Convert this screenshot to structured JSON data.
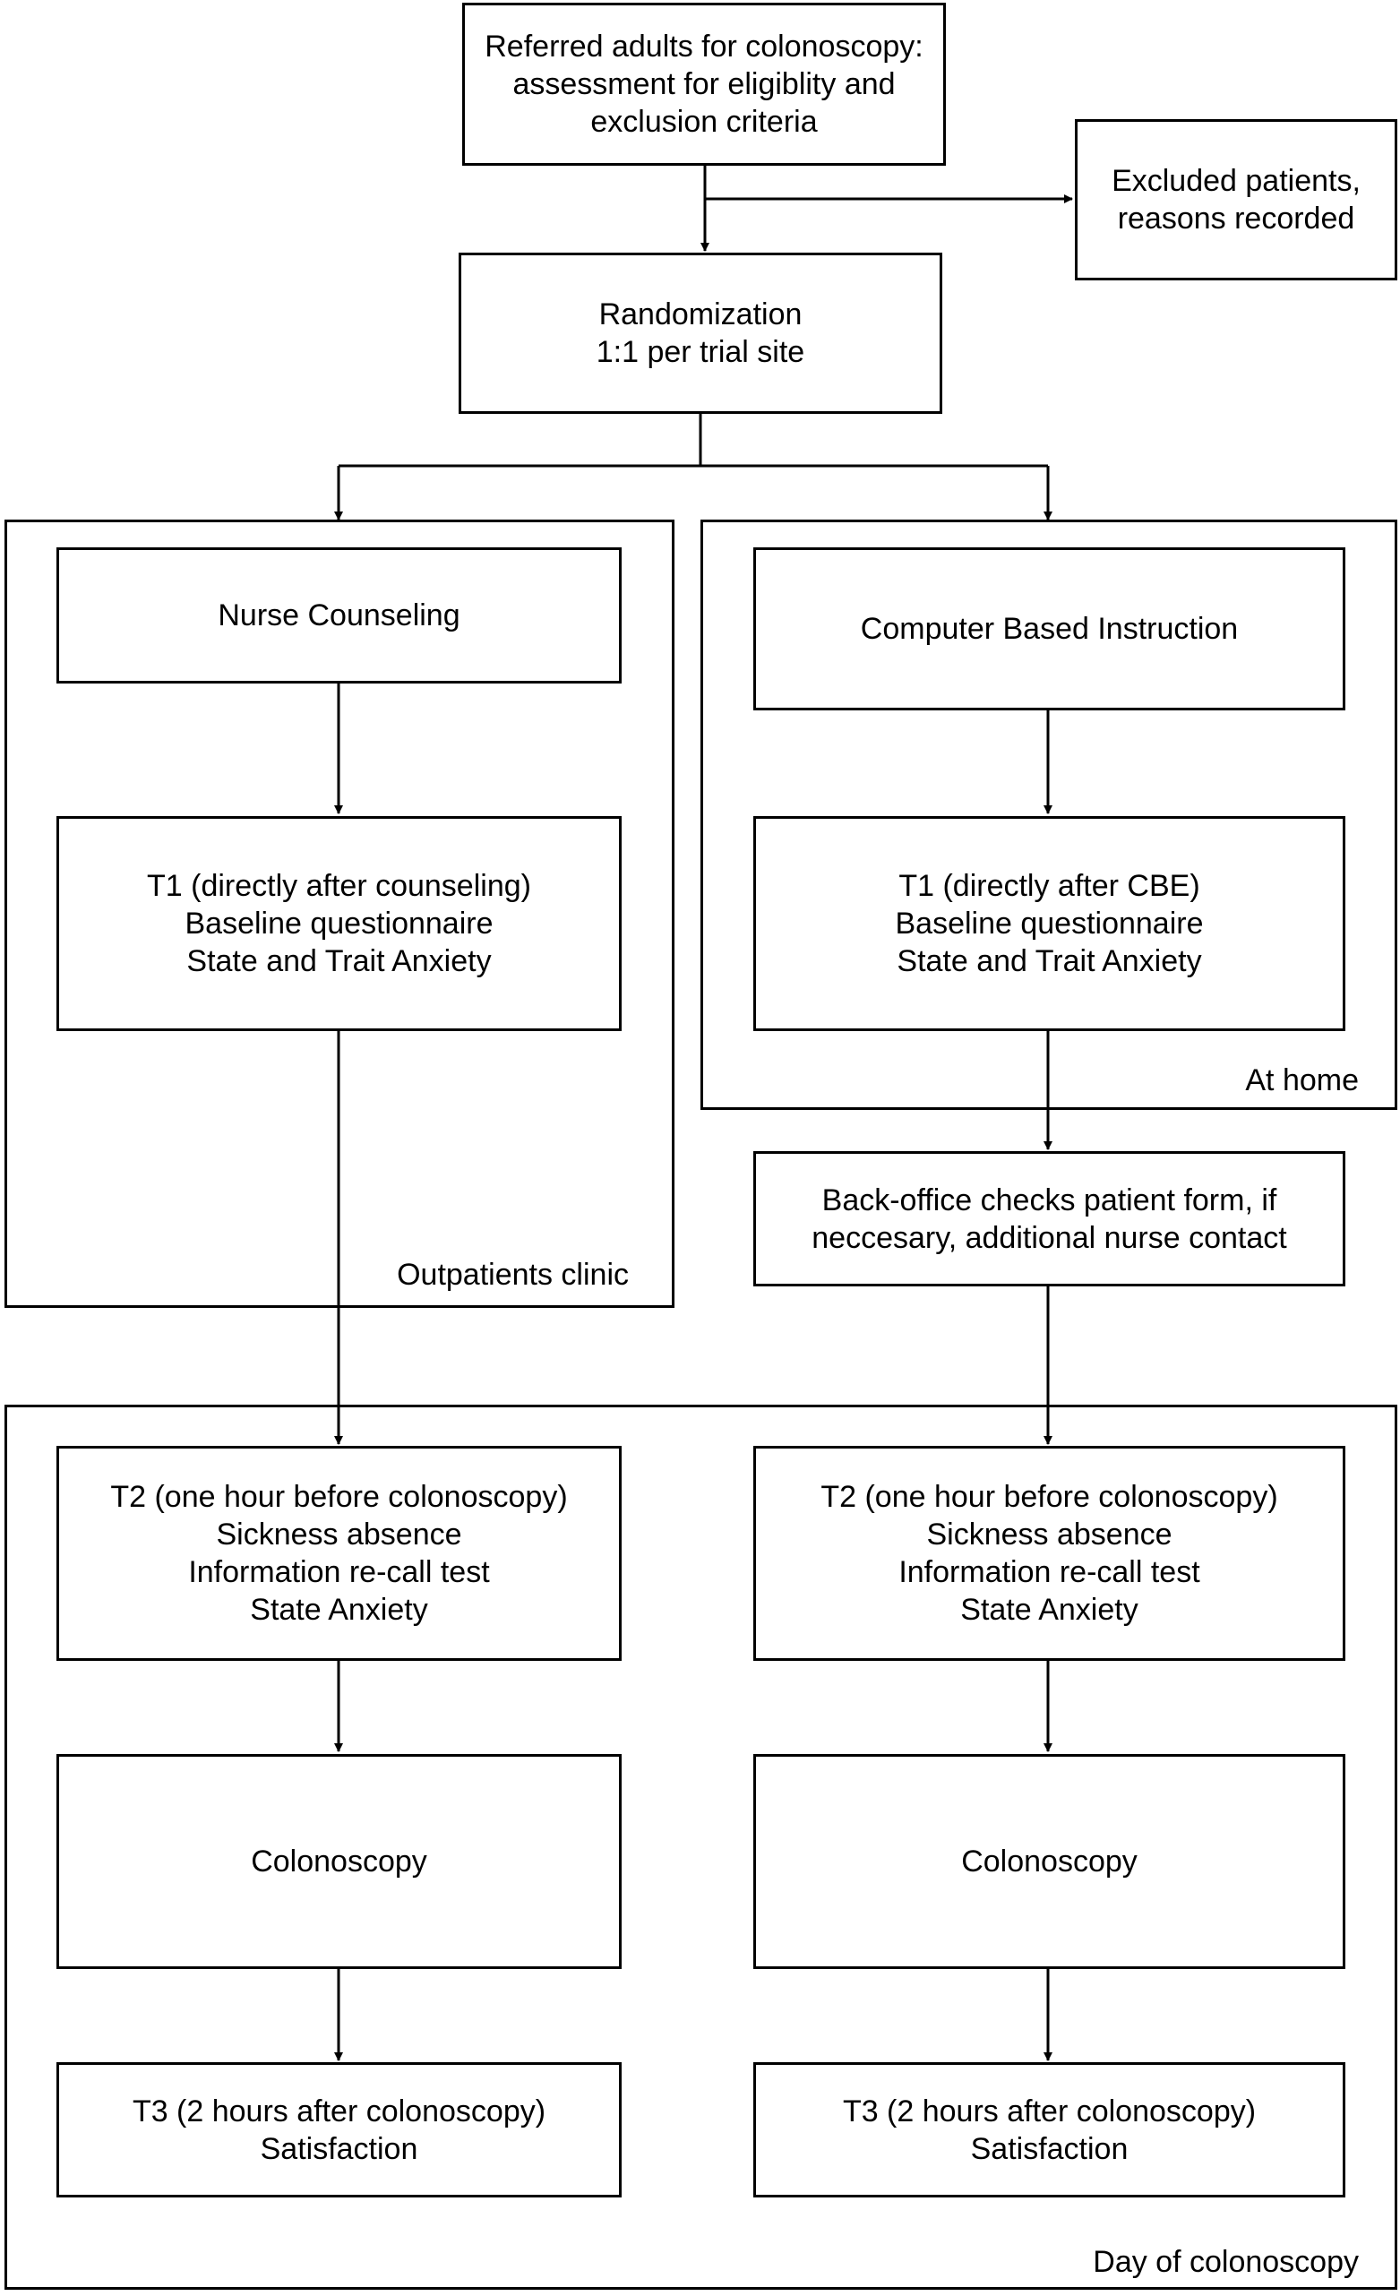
{
  "nodes": {
    "referral": [
      "Referred adults for colonoscopy:",
      "assessment for eligiblity and",
      "exclusion criteria"
    ],
    "excluded": [
      "Excluded patients,",
      "reasons recorded"
    ],
    "randomization": [
      "Randomization",
      "1:1 per trial site"
    ],
    "nurse_counseling": [
      "Nurse Counseling"
    ],
    "cbi": [
      "Computer Based Instruction"
    ],
    "t1_left": [
      "T1 (directly after counseling)",
      "Baseline questionnaire",
      "State and Trait Anxiety"
    ],
    "t1_right": [
      "T1 (directly after CBE)",
      "Baseline questionnaire",
      "State and Trait Anxiety"
    ],
    "backoffice": [
      "Back-office checks patient form, if",
      "neccesary, additional nurse contact"
    ],
    "t2_left": [
      "T2 (one hour before colonoscopy)",
      "Sickness absence",
      "Information re-call test",
      "State Anxiety"
    ],
    "t2_right": [
      "T2 (one hour before colonoscopy)",
      "Sickness absence",
      "Information re-call test",
      "State Anxiety"
    ],
    "colonoscopy_left": [
      "Colonoscopy"
    ],
    "colonoscopy_right": [
      "Colonoscopy"
    ],
    "t3_left": [
      "T3 (2 hours after colonoscopy)",
      "Satisfaction"
    ],
    "t3_right": [
      "T3 (2 hours after colonoscopy)",
      "Satisfaction"
    ]
  },
  "regions": {
    "outpatients": "Outpatients clinic",
    "home": "At home",
    "day_of": "Day of colonoscopy"
  },
  "edges": [
    [
      "referral",
      "randomization"
    ],
    [
      "referral",
      "excluded"
    ],
    [
      "randomization",
      "nurse_counseling"
    ],
    [
      "randomization",
      "cbi"
    ],
    [
      "nurse_counseling",
      "t1_left"
    ],
    [
      "cbi",
      "t1_right"
    ],
    [
      "t1_right",
      "backoffice"
    ],
    [
      "t1_left",
      "t2_left"
    ],
    [
      "backoffice",
      "t2_right"
    ],
    [
      "t2_left",
      "colonoscopy_left"
    ],
    [
      "t2_right",
      "colonoscopy_right"
    ],
    [
      "colonoscopy_left",
      "t3_left"
    ],
    [
      "colonoscopy_right",
      "t3_right"
    ]
  ]
}
